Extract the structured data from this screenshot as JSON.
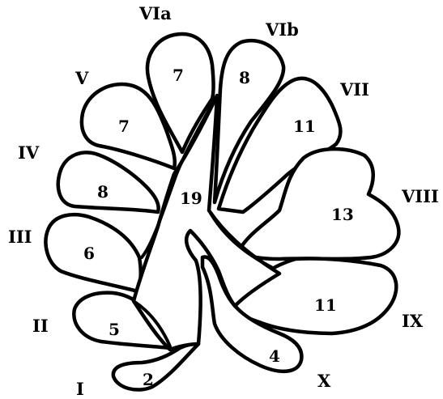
{
  "lobes": {
    "I": {
      "label": "I",
      "count": "2"
    },
    "II": {
      "label": "II",
      "count": "5"
    },
    "III": {
      "label": "III",
      "count": "6"
    },
    "IV": {
      "label": "IV",
      "count": "8"
    },
    "V": {
      "label": "V",
      "count": "7"
    },
    "VIa": {
      "label": "VIa",
      "count": "7"
    },
    "VIb": {
      "label": "VIb",
      "count": "8"
    },
    "VII": {
      "label": "VII",
      "count": "11"
    },
    "VIII": {
      "label": "VIII",
      "count": "13"
    },
    "IX": {
      "label": "IX",
      "count": "11"
    },
    "X": {
      "label": "X",
      "count": "4"
    }
  },
  "center": {
    "count": "19"
  }
}
